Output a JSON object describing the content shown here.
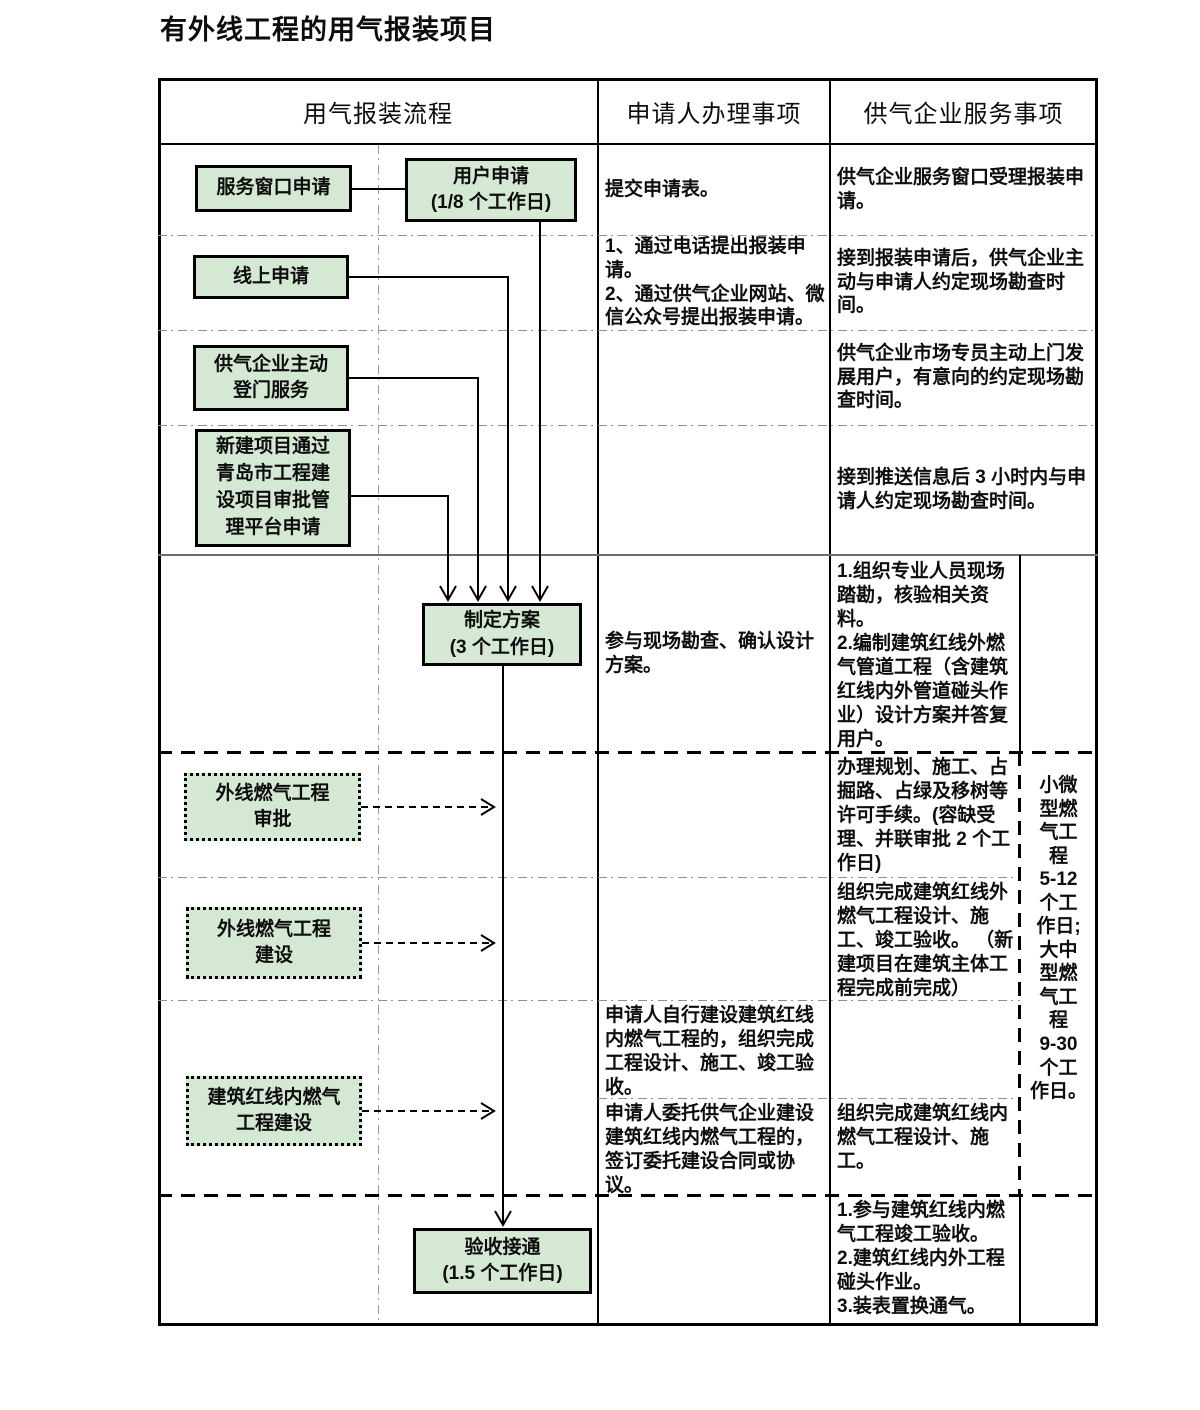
{
  "title": "有外线工程的用气报装项目",
  "table": {
    "headers": {
      "flow": "用气报装流程",
      "applicant": "申请人办理事项",
      "company": "供气企业服务事项"
    },
    "rows": {
      "r1": {
        "applicant": "提交申请表。",
        "company": "供气企业服务窗口受理报装申请。"
      },
      "r2": {
        "applicant": "1、通过电话提出报装申请。\n2、通过供气企业网站、微信公众号提出报装申请。",
        "company": "接到报装申请后，供气企业主动与申请人约定现场勘查时间。"
      },
      "r3": {
        "company": "供气企业市场专员主动上门发展用户，有意向的约定现场勘查时间。"
      },
      "r4": {
        "company": "接到推送信息后 3 小时内与申请人约定现场勘查时间。"
      },
      "r5": {
        "applicant": "参与现场勘查、确认设计方案。",
        "company": "1.组织专业人员现场踏勘，核验相关资料。\n2.编制建筑红线外燃气管道工程（含建筑红线内外管道碰头作业）设计方案并答复用户。"
      },
      "r6": {
        "company": "办理规划、施工、占掘路、占绿及移树等许可手续。(容缺受理、并联审批 2 个工作日)"
      },
      "r7": {
        "company": "组织完成建筑红线外燃气工程设计、施工、竣工验收。 （新建项目在建筑主体工程完成前完成）"
      },
      "r8a": {
        "applicant": "申请人自行建设建筑红线内燃气工程的，组织完成工程设计、施工、竣工验收。"
      },
      "r8b": {
        "applicant": "申请人委托供气企业建设建筑红线内燃气工程的，签订委托建设合同或协议。",
        "company": "组织完成建筑红线内燃气工程设计、施工。"
      },
      "r9": {
        "company": "1.参与建筑红线内燃气工程竣工验收。\n2.建筑红线内外工程碰头作业。\n3.装表置换通气。"
      }
    },
    "side_note": "小微\n型燃\n气工\n程\n5-12\n个工\n作日;\n大中\n型燃\n气工\n程\n9-30\n个工\n作日。"
  },
  "flow": {
    "service_window": "服务窗口申请",
    "user_apply": "用户申请",
    "user_apply_duration": "(1/8 个工作日)",
    "online_apply": "线上申请",
    "proactive_service": "供气企业主动\n登门服务",
    "new_project": "新建项目通过\n青岛市工程建\n设项目审批管\n理平台申请",
    "make_plan": "制定方案",
    "make_plan_duration": "(3 个工作日)",
    "outer_approval": "外线燃气工程\n审批",
    "outer_construction": "外线燃气工程\n建设",
    "redline_construction": "建筑红线内燃气\n工程建设",
    "acceptance": "验收接通",
    "acceptance_duration": "(1.5 个工作日)"
  },
  "colors": {
    "box_fill": "#d5e8d4",
    "box_border": "#000000",
    "connector": "#000000",
    "light_divider": "#8f8f8f"
  }
}
